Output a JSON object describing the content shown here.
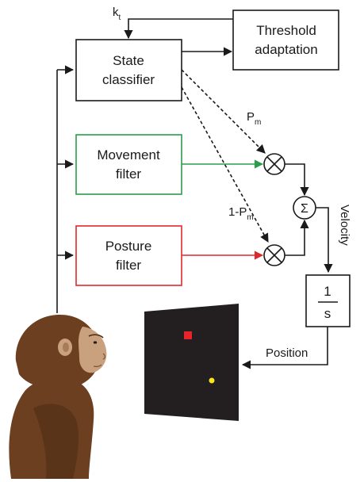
{
  "blocks": {
    "state_classifier": [
      "State",
      "classifier"
    ],
    "threshold_adaptation": [
      "Threshold",
      "adaptation"
    ],
    "movement_filter": [
      "Movement",
      "filter"
    ],
    "posture_filter": [
      "Posture",
      "filter"
    ],
    "integrator_numerator": "1",
    "integrator_denominator": "s"
  },
  "signals": {
    "k_main": "k",
    "k_sub": "t",
    "pm_main": "P",
    "pm_sub": "m",
    "one_minus_pm_main": "1-P",
    "one_minus_pm_sub": "m",
    "velocity": "Velocity",
    "position": "Position"
  },
  "operators": {
    "sum": "Σ"
  },
  "colors": {
    "movement_path": "#2a9d4a",
    "posture_path": "#e0282c",
    "screen": "#231f20",
    "target_red": "#e8232a",
    "cursor_yellow": "#f4e81c",
    "monkey_fur": "#6b3f1f",
    "monkey_face": "#caa17e"
  },
  "icons": [
    "monkey-subject-icon",
    "display-screen-icon",
    "multiply-node-icon",
    "sum-node-icon"
  ]
}
